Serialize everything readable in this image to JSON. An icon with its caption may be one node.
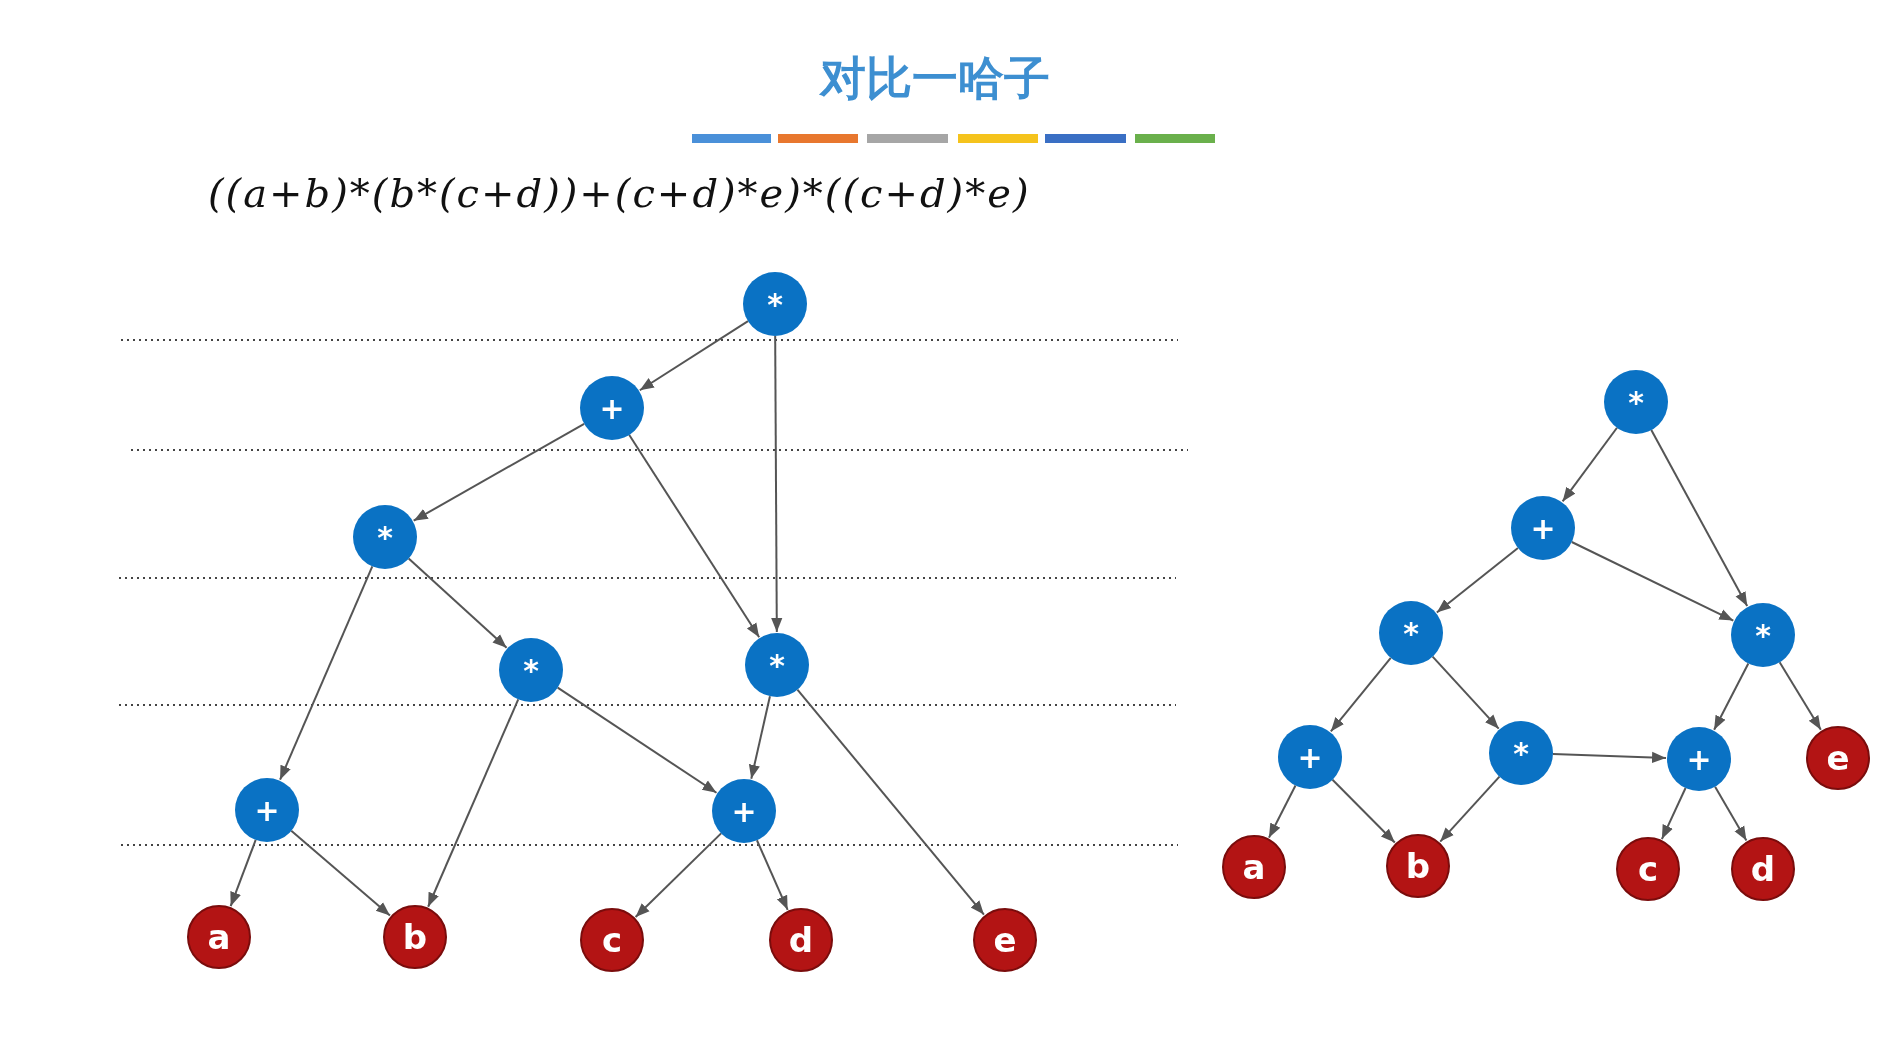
{
  "diagram": {
    "title": "对比一哈子",
    "nodes": [
      {
        "text": [
          "*"
        ]
      },
      {
        "text": [
          "+"
        ]
      },
      {
        "text": [
          "*"
        ]
      },
      {
        "text": [
          "*"
        ]
      },
      {
        "text": [
          "*"
        ]
      },
      {
        "text": [
          "+"
        ]
      },
      {
        "text": [
          "+"
        ]
      },
      {
        "text": [
          "a"
        ]
      },
      {
        "text": [
          "b"
        ]
      },
      {
        "text": [
          "c"
        ]
      },
      {
        "text": [
          "d"
        ]
      },
      {
        "text": [
          "e"
        ]
      },
      {
        "text": [
          "*"
        ]
      },
      {
        "text": [
          "+"
        ]
      },
      {
        "text": [
          "*"
        ]
      },
      {
        "text": [
          "*"
        ]
      },
      {
        "text": [
          "+"
        ]
      },
      {
        "text": [
          "*"
        ]
      },
      {
        "text": [
          "+"
        ]
      },
      {
        "text": [
          "e"
        ]
      },
      {
        "text": [
          "a"
        ]
      },
      {
        "text": [
          "b"
        ]
      },
      {
        "text": [
          "c"
        ]
      },
      {
        "text": [
          "d"
        ]
      }
    ],
    "edges": [
      {
        "from": 0,
        "to": 1,
        "arrow": "to"
      },
      {
        "from": 0,
        "to": 4,
        "arrow": "to"
      },
      {
        "from": 1,
        "to": 2,
        "arrow": "to"
      },
      {
        "from": 1,
        "to": 4,
        "arrow": "to"
      },
      {
        "from": 2,
        "to": 5,
        "arrow": "to"
      },
      {
        "from": 2,
        "to": 3,
        "arrow": "to"
      },
      {
        "from": 3,
        "to": 8,
        "arrow": "to"
      },
      {
        "from": 3,
        "to": 6,
        "arrow": "to"
      },
      {
        "from": 4,
        "to": 6,
        "arrow": "to"
      },
      {
        "from": 4,
        "to": 11,
        "arrow": "to"
      },
      {
        "from": 5,
        "to": 7,
        "arrow": "to"
      },
      {
        "from": 5,
        "to": 8,
        "arrow": "to"
      },
      {
        "from": 6,
        "to": 9,
        "arrow": "to"
      },
      {
        "from": 6,
        "to": 10,
        "arrow": "to"
      },
      {
        "from": 12,
        "to": 13,
        "arrow": "to"
      },
      {
        "from": 12,
        "to": 15,
        "arrow": "to"
      },
      {
        "from": 13,
        "to": 14,
        "arrow": "to"
      },
      {
        "from": 13,
        "to": 15,
        "arrow": "to"
      },
      {
        "from": 14,
        "to": 16,
        "arrow": "to"
      },
      {
        "from": 14,
        "to": 17,
        "arrow": "to"
      },
      {
        "from": 15,
        "to": 18,
        "arrow": "to"
      },
      {
        "from": 15,
        "to": 19,
        "arrow": "to"
      },
      {
        "from": 16,
        "to": 20,
        "arrow": "to"
      },
      {
        "from": 16,
        "to": 21,
        "arrow": "to"
      },
      {
        "from": 17,
        "to": 21,
        "arrow": "to"
      },
      {
        "from": 17,
        "to": 18,
        "arrow": "to"
      },
      {
        "from": 18,
        "to": 22,
        "arrow": "to"
      },
      {
        "from": 18,
        "to": 23,
        "arrow": "to"
      }
    ],
    "labels": [
      "((a+b)*(b*(c+d))+(c+d)*e)*((c+d)*e)"
    ]
  }
}
